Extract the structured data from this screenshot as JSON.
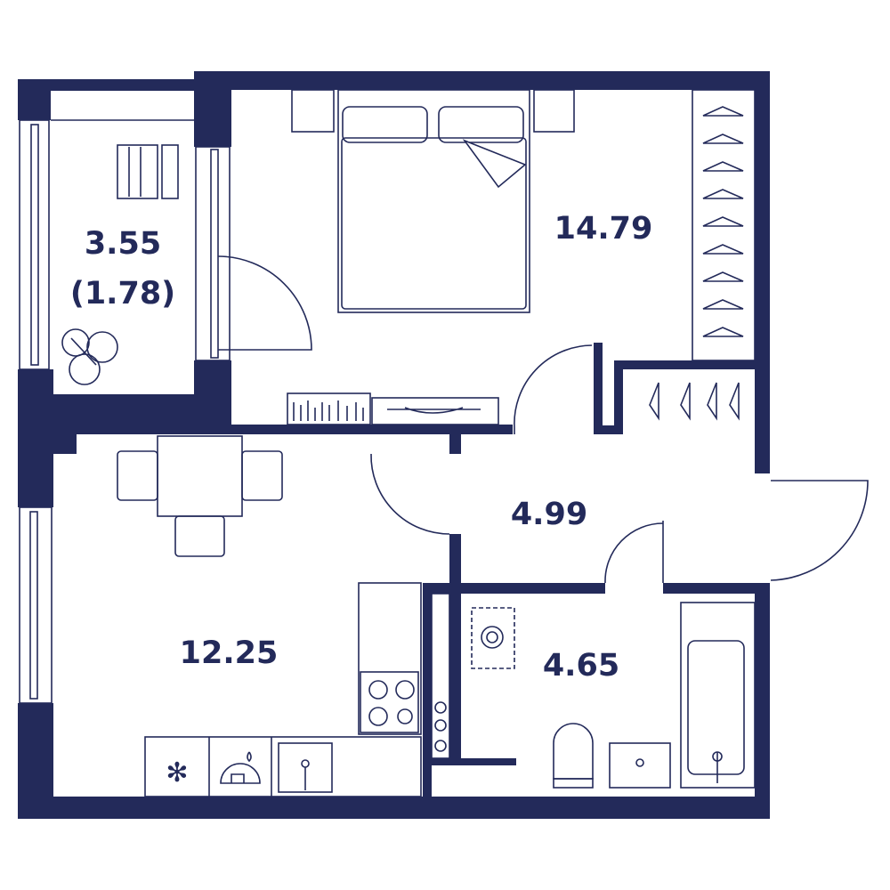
{
  "plan": {
    "accent_color": "#232a5a",
    "rooms": [
      {
        "name": "balcony",
        "area": "3.55",
        "sub_area": "(1.78)"
      },
      {
        "name": "bedroom",
        "area": "14.79"
      },
      {
        "name": "hallway",
        "area": "4.99"
      },
      {
        "name": "kitchen-living",
        "area": "12.25"
      },
      {
        "name": "bathroom",
        "area": "4.65"
      }
    ]
  }
}
